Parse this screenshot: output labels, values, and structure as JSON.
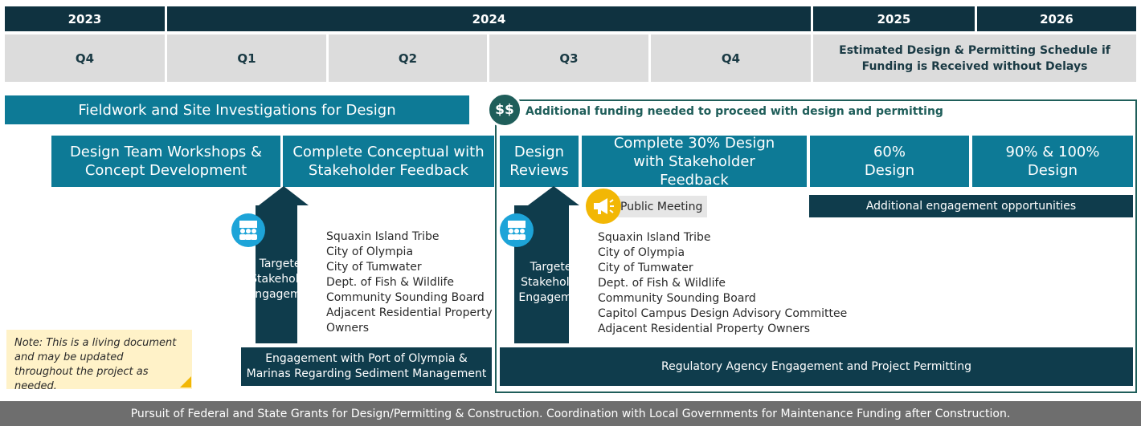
{
  "header": {
    "years": [
      "2023",
      "2024",
      "2025",
      "2026"
    ],
    "quarters": [
      "Q4",
      "Q1",
      "Q2",
      "Q3",
      "Q4"
    ],
    "estimate_note": "Estimated Design & Permitting Schedule if Funding is Received without Delays"
  },
  "fieldwork": "Fieldwork and Site Investigations for Design",
  "funding": {
    "symbol": "$$",
    "text": "Additional funding needed to proceed with design and permitting"
  },
  "tasks": {
    "workshops": "Design Team Workshops & Concept Development",
    "conceptual": "Complete Conceptual with Stakeholder Feedback",
    "reviews": "Design Reviews",
    "design30": "Complete 30% Design with Stakeholder Feedback",
    "design60": "60% Design",
    "design90": "90% & 100% Design"
  },
  "public_meeting": "Public Meeting",
  "additional_engagement": "Additional engagement opportunities",
  "engagement_left": {
    "label": "Targeted Stakeholder Engagement",
    "stakeholders": [
      "Squaxin Island Tribe",
      "City of Olympia",
      "City of Tumwater",
      "Dept. of Fish & Wildlife",
      "Community Sounding Board",
      "Adjacent Residential Property",
      "Owners"
    ]
  },
  "engagement_right": {
    "label": "Targeted Stakeholder Engagement",
    "stakeholders": [
      "Squaxin Island Tribe",
      "City of Olympia",
      "City of Tumwater",
      "Dept. of Fish & Wildlife",
      "Community Sounding Board",
      "Capitol Campus Design Advisory Committee",
      "Adjacent Residential Property Owners"
    ]
  },
  "note": "Note: This is a living document and may be updated throughout the project as needed.",
  "port_engagement": "Engagement with Port of Olympia & Marinas Regarding Sediment Management",
  "regulatory": "Regulatory Agency Engagement and Project Permitting",
  "footer": "Pursuit of Federal and State Grants for Design/Permitting & Construction. Coordination with Local Governments for Maintenance Funding after Construction.",
  "colors": {
    "navy": "#0f3240",
    "teal": "#0d7a96",
    "dark_teal": "#0f3c4c",
    "funding_border": "#1f5e5a",
    "gray_header": "#dcdcdc",
    "footer_gray": "#6e6e6e",
    "icon_blue": "#1da4d8",
    "megaphone_yellow": "#f2b705"
  }
}
